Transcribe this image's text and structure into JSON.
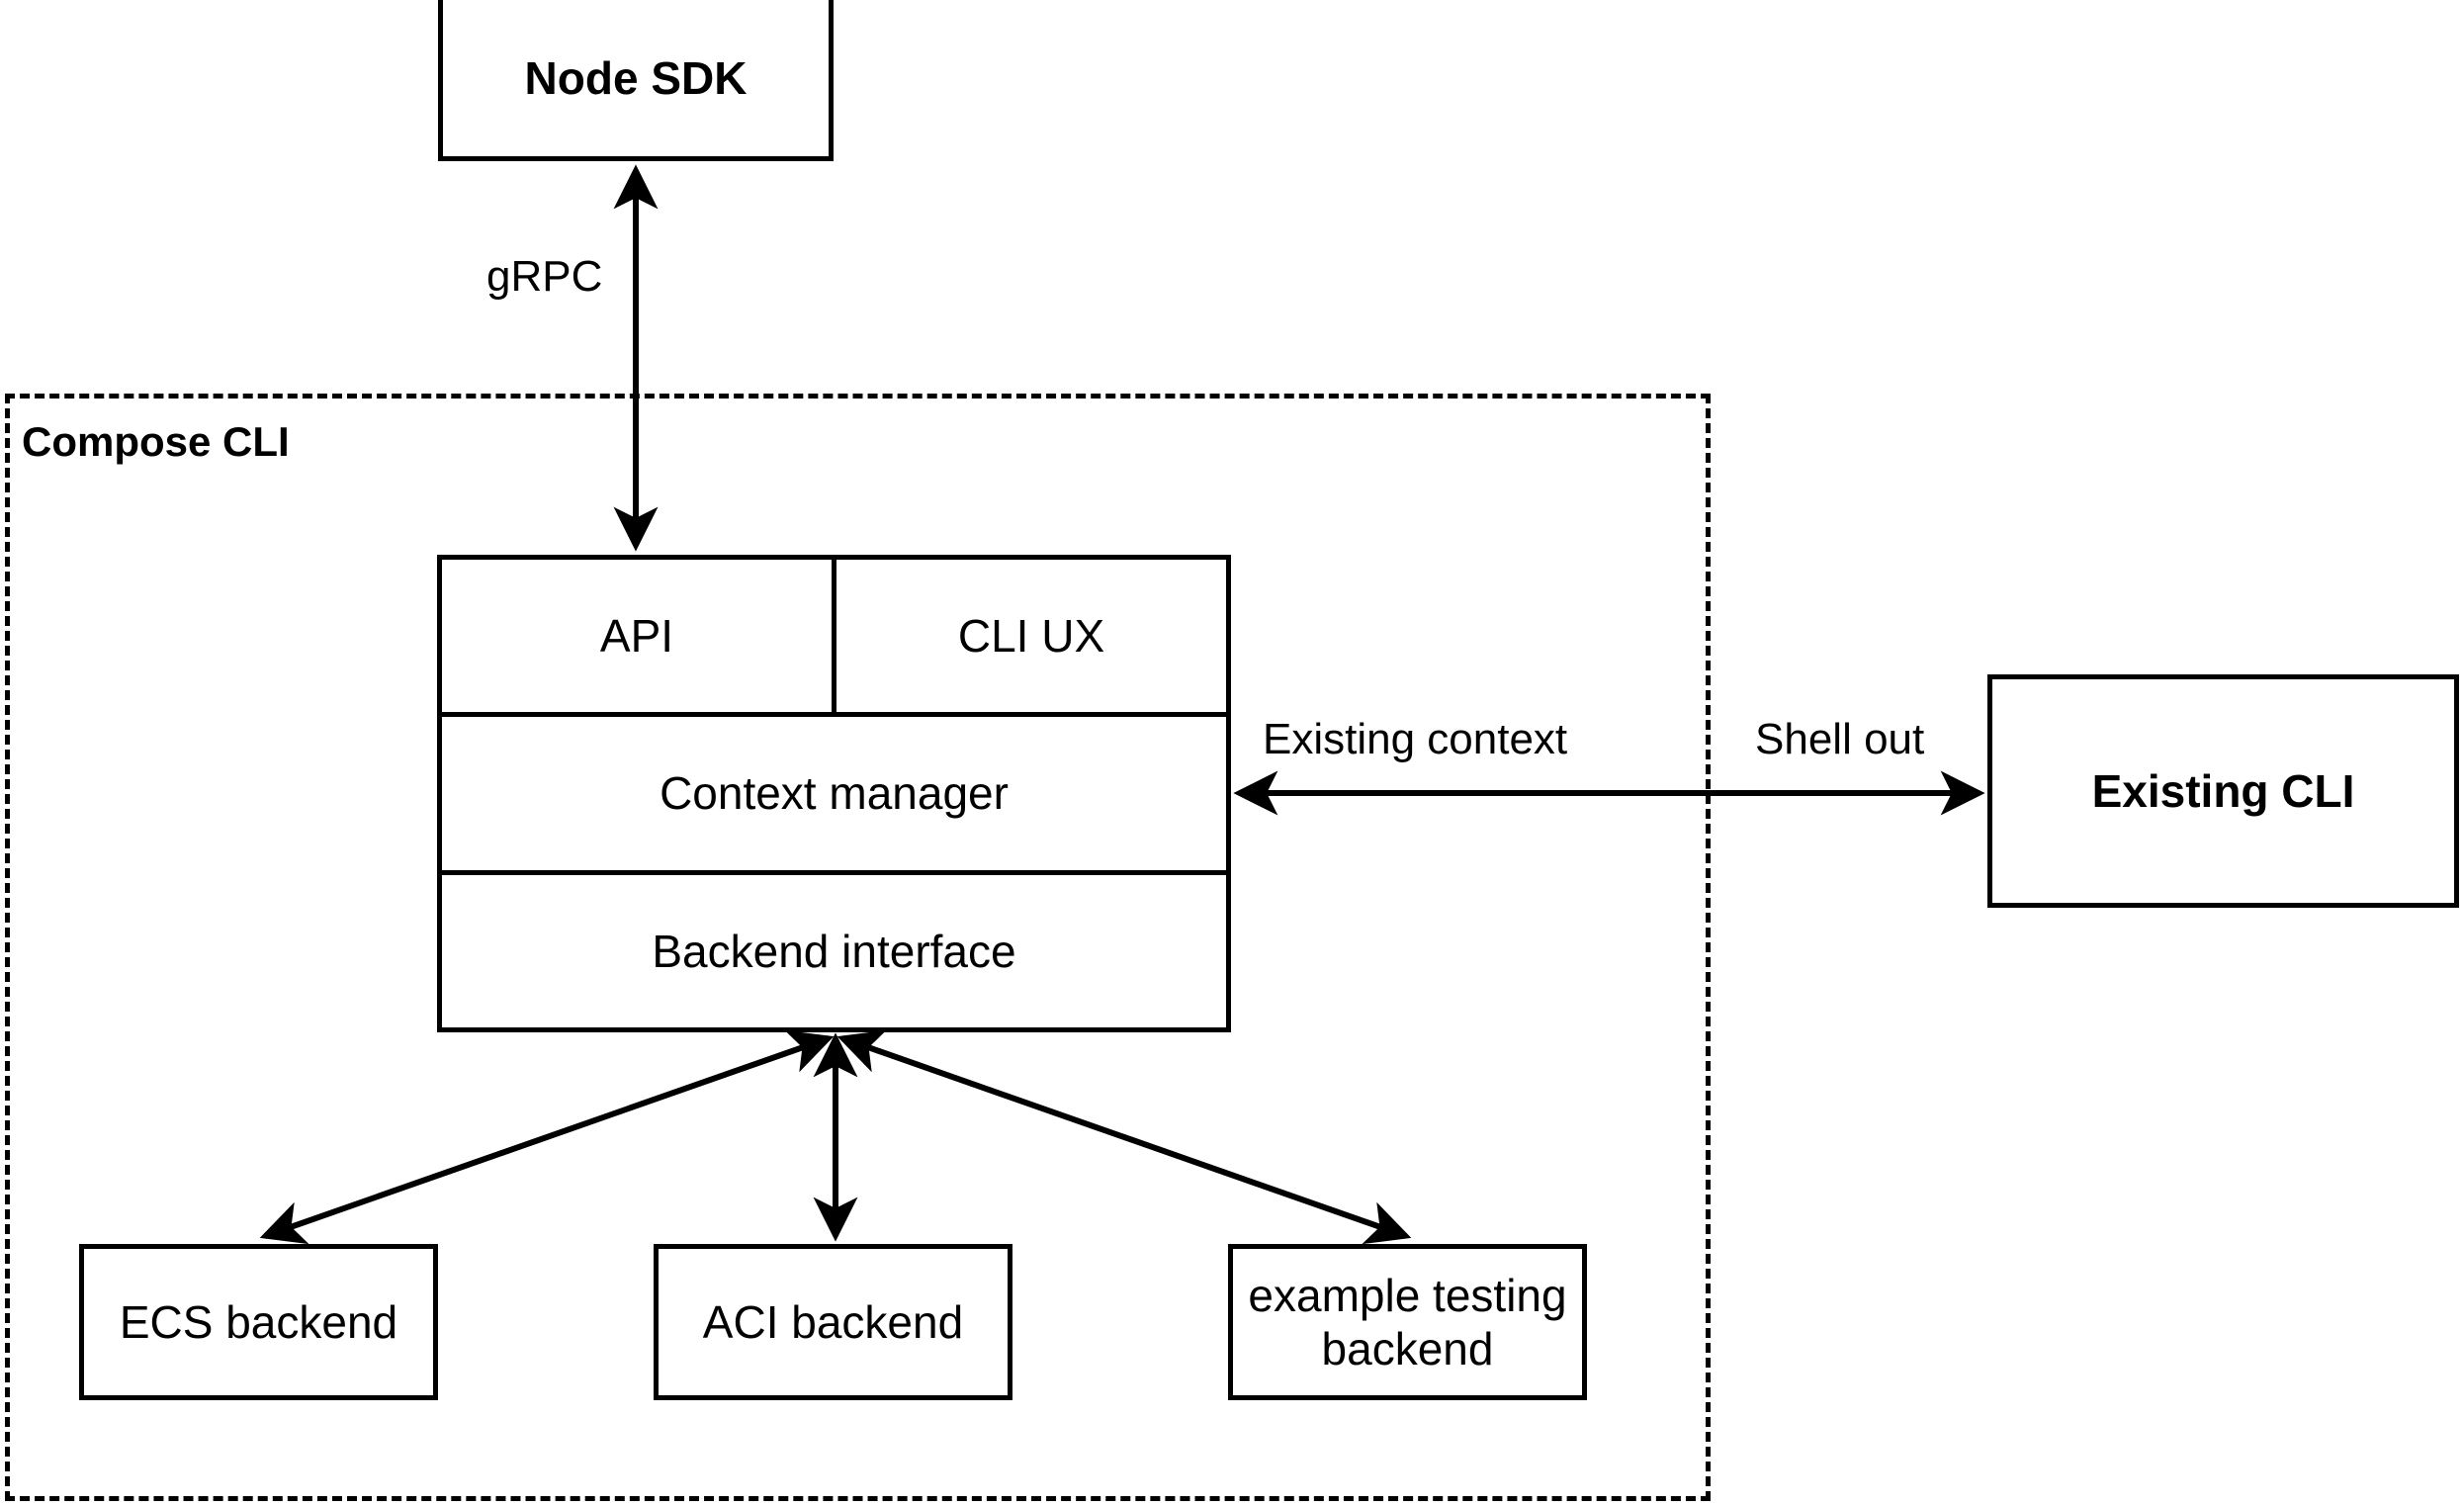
{
  "diagram": {
    "title_node": "Node SDK",
    "group": {
      "label": "Compose CLI"
    },
    "nodes": {
      "node_sdk": "Node SDK",
      "api": "API",
      "cli_ux": "CLI UX",
      "context_manager": "Context manager",
      "backend_interface": "Backend interface",
      "existing_cli": "Existing CLI",
      "ecs_backend": "ECS backend",
      "aci_backend": "ACI backend",
      "example_testing_backend_line1": "example testing",
      "example_testing_backend_line2": "backend"
    },
    "edge_labels": {
      "grpc": "gRPC",
      "existing_context": "Existing context",
      "shell_out": "Shell out"
    },
    "colors": {
      "stroke": "#000000",
      "fill": "#ffffff",
      "text": "#000000"
    }
  }
}
